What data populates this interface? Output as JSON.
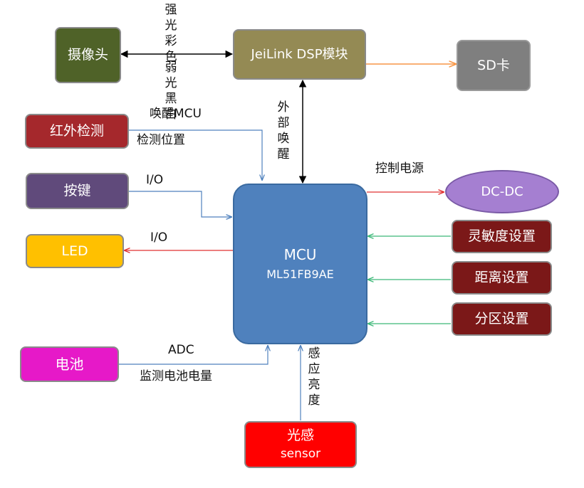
{
  "nodes": {
    "camera": {
      "label": "摄像头",
      "color": "#4f6228"
    },
    "dsp": {
      "label": "JeiLink DSP模块",
      "color": "#948a54"
    },
    "sd": {
      "label": "SD卡",
      "color": "#7f7f7f"
    },
    "ir": {
      "label": "红外检测",
      "color": "#a5282c"
    },
    "key": {
      "label": "按键",
      "color": "#604a7b"
    },
    "led": {
      "label": "LED",
      "color": "#ffc000"
    },
    "mcu": {
      "label": "MCU",
      "sublabel": "ML51FB9AE",
      "color": "#4f81bd"
    },
    "dcdc": {
      "label": "DC-DC",
      "color": "#a57fd1"
    },
    "sensitivity": {
      "label": "灵敏度设置",
      "color": "#7b1818"
    },
    "distance": {
      "label": "距离设置",
      "color": "#7b1818"
    },
    "zone": {
      "label": "分区设置",
      "color": "#7b1818"
    },
    "battery": {
      "label": "电池",
      "color": "#e619c8"
    },
    "light": {
      "label": "光感",
      "sublabel": "sensor",
      "color": "#ff0000"
    }
  },
  "edges": {
    "camera_dsp": {
      "label_top": "强光彩色",
      "label_bottom": "弱光黑白"
    },
    "dsp_mcu": {
      "label": "外部唤醒"
    },
    "ir_mcu": {
      "label_top": "唤醒MCU",
      "label_bottom": "检测位置"
    },
    "key_mcu": {
      "label": "I/O"
    },
    "mcu_led": {
      "label": "I/O"
    },
    "mcu_dcdc": {
      "label": "控制电源"
    },
    "battery_mcu": {
      "label_top": "ADC",
      "label_bottom": "监测电池电量"
    },
    "light_mcu": {
      "label": "感应亮度"
    }
  },
  "colors": {
    "black_arrow": "#000000",
    "blue_arrow": "#4f81bd",
    "orange_arrow": "#f79646",
    "red_arrow": "#e03030",
    "green_arrow": "#3cb878"
  }
}
